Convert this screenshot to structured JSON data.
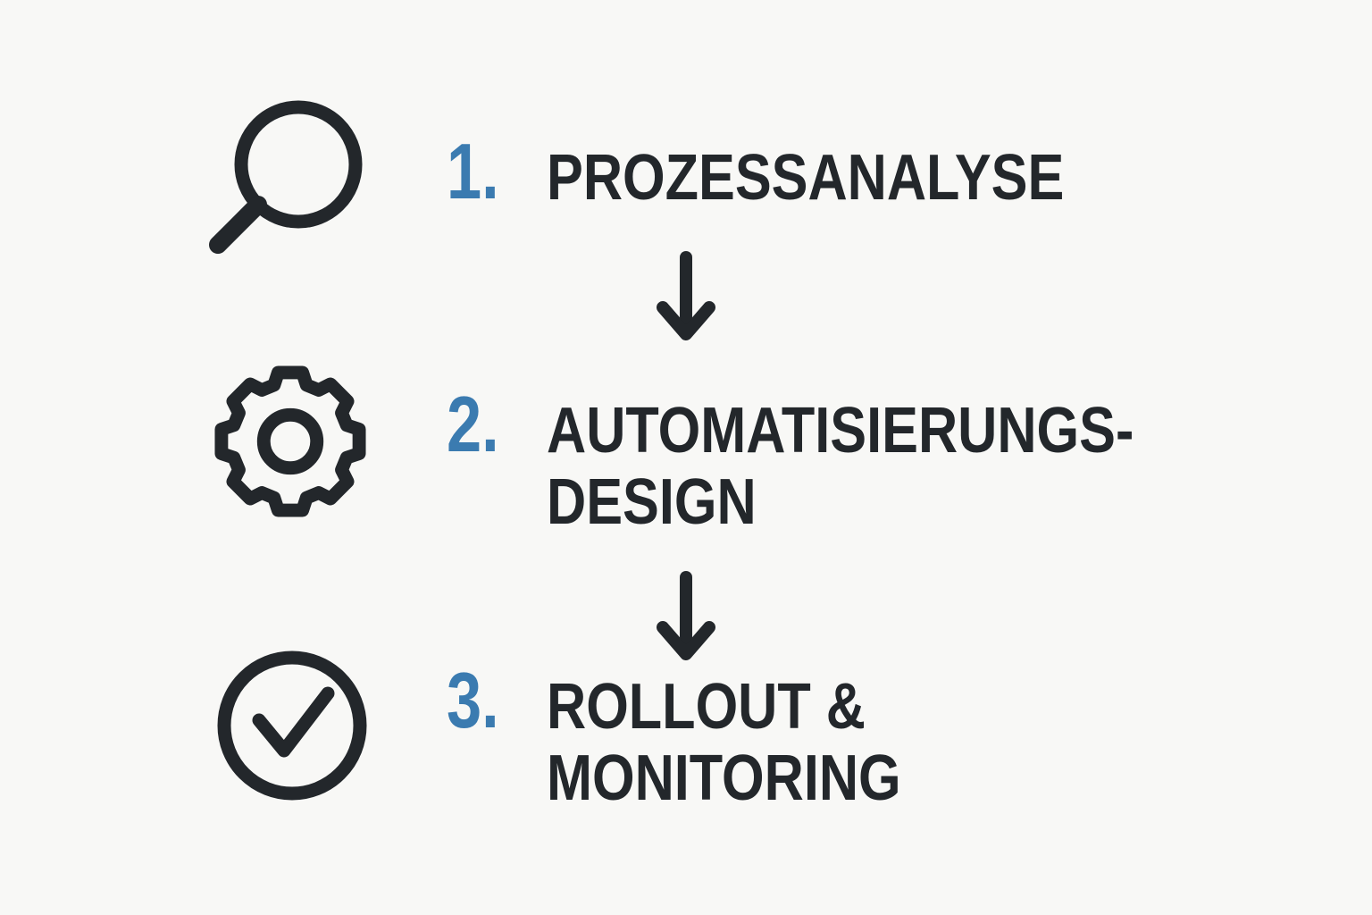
{
  "diagram": {
    "type": "process-flow",
    "background_color": "#f8f8f6",
    "ink_color": "#23272b",
    "accent_color": "#3b7bb0",
    "connector": "down-arrow",
    "steps": [
      {
        "number": "1.",
        "icon": "search-icon",
        "label_lines": [
          "PROZESSANALYSE"
        ]
      },
      {
        "number": "2.",
        "icon": "gear-icon",
        "label_lines": [
          "AUTOMATISIERUNGS-",
          "DESIGN"
        ]
      },
      {
        "number": "3.",
        "icon": "check-circle-icon",
        "label_lines": [
          "ROLLOUT &",
          "MONITORING"
        ]
      }
    ]
  }
}
